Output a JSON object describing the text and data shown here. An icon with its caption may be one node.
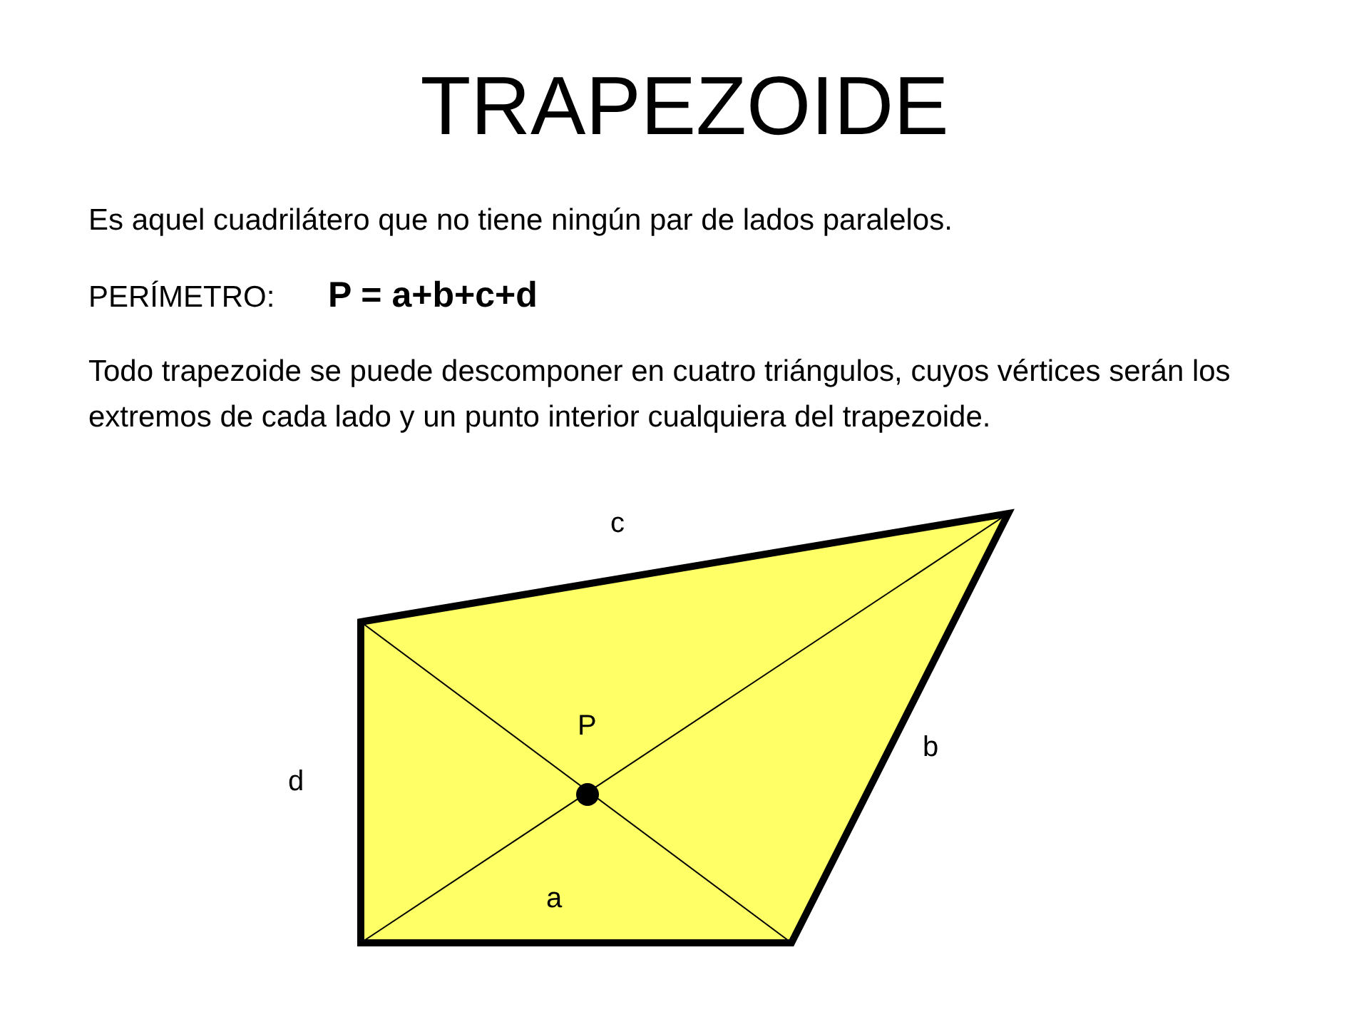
{
  "diagram": {
    "title": "TRAPEZOIDE",
    "labels": [
      "Es aquel cuadrilátero que no tiene ningún par de lados paralelos.",
      "PERÍMETRO:",
      "P = a+b+c+d",
      "Todo trapezoide se puede descomponer en cuatro triángulos, cuyos vértices serán los extremos de cada lado y un punto interior cualquiera del trapezoide.",
      "c",
      "P",
      "b",
      "d",
      "a"
    ]
  }
}
